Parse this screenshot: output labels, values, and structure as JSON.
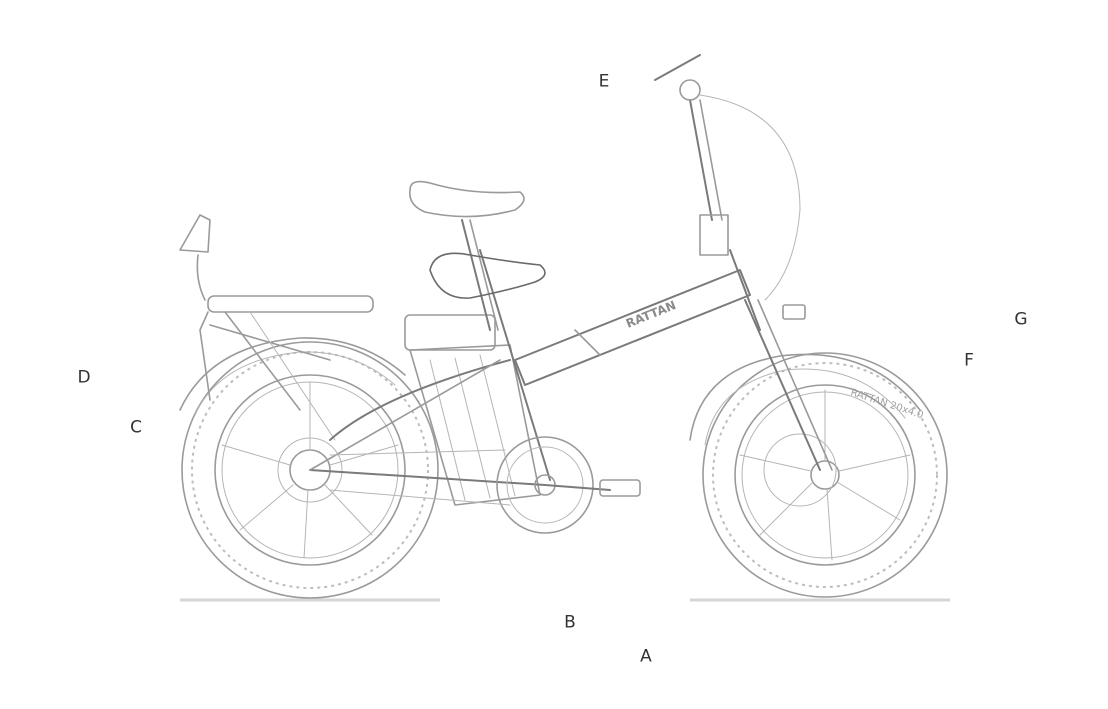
{
  "diagram": {
    "labels": [
      {
        "id": "A",
        "text": "A"
      },
      {
        "id": "B",
        "text": "B"
      },
      {
        "id": "C",
        "text": "C"
      },
      {
        "id": "D",
        "text": "D"
      },
      {
        "id": "E",
        "text": "E"
      },
      {
        "id": "F",
        "text": "F"
      },
      {
        "id": "G",
        "text": "G"
      }
    ],
    "brand_text": "RATTAN",
    "tire_text": "RATTAN 20x4.0"
  }
}
